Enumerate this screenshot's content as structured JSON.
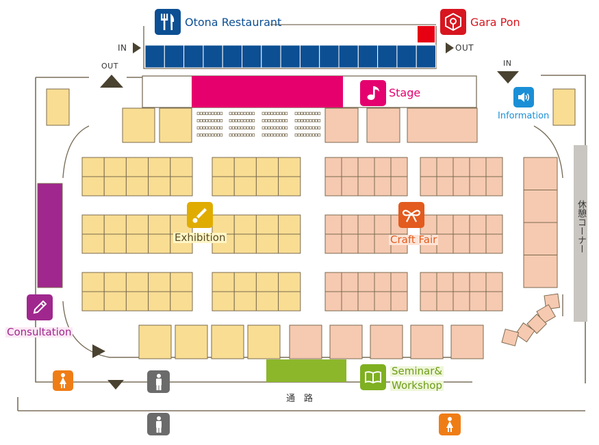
{
  "zones": {
    "restaurant": {
      "label": "Otona Restaurant",
      "color": "#0c4f93",
      "icon": "fork-knife-icon"
    },
    "garapon": {
      "label": "Gara Pon",
      "color": "#d7161f",
      "icon": "lottery-icon"
    },
    "stage": {
      "label": "Stage",
      "color": "#e4006e",
      "icon": "music-note-icon"
    },
    "information": {
      "label": "Information",
      "color": "#1a8fd6",
      "icon": "speaker-icon"
    },
    "exhibition": {
      "label": "Exhibition",
      "color": "#e0ac00",
      "icon": "brush-icon"
    },
    "craftfair": {
      "label": "Craft Fair",
      "color": "#e35b1e",
      "icon": "ribbon-icon"
    },
    "consultation": {
      "label": "Consultation",
      "color": "#a0278e",
      "icon": "pencil-icon"
    },
    "seminar": {
      "label_line1": "Seminar&",
      "label_line2": "Workshop",
      "color": "#7fb021",
      "icon": "book-icon"
    },
    "rest_corner": {
      "label": "休憩コーナー",
      "color": "#c9c5c0"
    }
  },
  "flow": {
    "restaurant_in": "IN",
    "restaurant_out": "OUT",
    "hall_out": "OUT",
    "hall_in": "IN"
  },
  "passage": {
    "label": "通　路"
  },
  "colors": {
    "booth_exhibition": "#f8dd93",
    "booth_craft": "#f6c9b1",
    "booth_border": "#7b6a4e",
    "arrow": "#4a4230",
    "male_restroom": "#6b6b6b",
    "female_restroom": "#ef7d16"
  },
  "icons": [
    "female-restroom-icon",
    "male-restroom-icon",
    "triangle-arrow-icon"
  ]
}
